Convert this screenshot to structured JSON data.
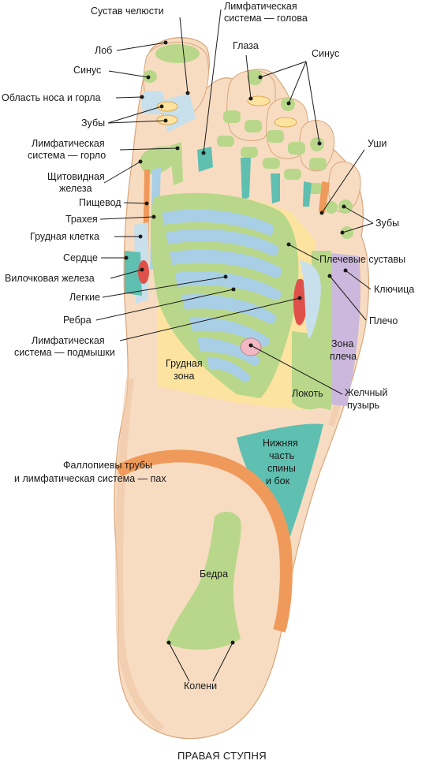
{
  "labels": {
    "jaw_joint": "Сустав челюсти",
    "lymph_head_1": "Лимфатическая",
    "lymph_head_2": "система — голова",
    "forehead": "Лоб",
    "sinus_left": "Синус",
    "eyes": "Глаза",
    "sinus_right": "Синус",
    "nose_throat": "Область носа и горла",
    "teeth_left": "Зубы",
    "lymph_throat_1": "Лимфатическая",
    "lymph_throat_2": "система — горло",
    "thyroid_1": "Щитовидная",
    "thyroid_2": "железа",
    "esophagus": "Пищевод",
    "trachea": "Трахея",
    "ribcage": "Грудная клетка",
    "heart": "Сердце",
    "thymus": "Вилочковая железа",
    "lungs": "Легкие",
    "ribs": "Ребра",
    "lymph_armpit_1": "Лимфатическая",
    "lymph_armpit_2": "система — подмышки",
    "ears": "Уши",
    "teeth_right": "Зубы",
    "shoulder_joints": "Плечевые суставы",
    "clavicle": "Ключица",
    "shoulder": "Плечо",
    "shoulder_zone_1": "Зона",
    "shoulder_zone_2": "плеча",
    "chest_zone_1": "Грудная",
    "chest_zone_2": "зона",
    "elbow": "Локоть",
    "gallbladder_1": "Желчный",
    "gallbladder_2": "пузырь",
    "lower_back_1": "Нижняя",
    "lower_back_2": "часть",
    "lower_back_3": "спины",
    "lower_back_4": "и бок",
    "fallopian_1": "Фаллопиевы трубы",
    "fallopian_2": "и лимфатическая система — пах",
    "hips": "Бедра",
    "knees": "Колени"
  },
  "caption": "ПРАВАЯ СТУПНЯ",
  "colors": {
    "skin": "#f7dcc2",
    "skin_shadow": "#efc7a3",
    "green": "#b9d78a",
    "light_blue": "#c7e0ec",
    "blue": "#a9cfe6",
    "teal": "#5fbfb0",
    "yellow": "#fde3a0",
    "lavender": "#cbb8dc",
    "red": "#e0504a",
    "orange": "#ef9a5a",
    "pink": "#f1b7c3",
    "brown": "#b06a3b"
  }
}
